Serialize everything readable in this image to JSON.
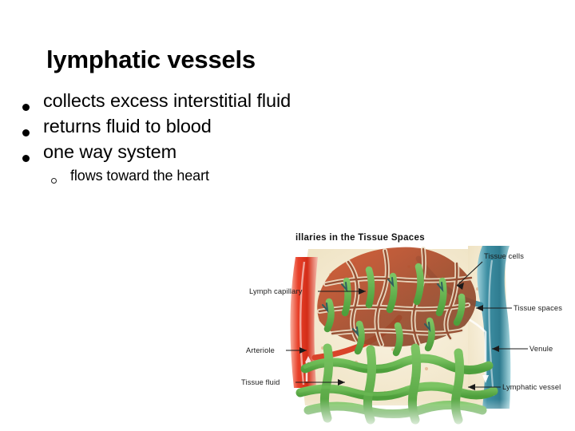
{
  "slide": {
    "title": "lymphatic vessels",
    "bullets": [
      {
        "level": 1,
        "marker": "filled-disc",
        "text": "collects excess interstitial fluid"
      },
      {
        "level": 1,
        "marker": "filled-disc",
        "text": "returns fluid to blood"
      },
      {
        "level": 1,
        "marker": "filled-disc",
        "text": "one way system"
      },
      {
        "level": 2,
        "marker": "hollow-circle",
        "text": "flows toward the heart"
      }
    ]
  },
  "figure": {
    "caption": "illaries in the Tissue Spaces",
    "labels": {
      "tissue_cells": "Tissue cells",
      "tissue_spaces": "Tissue spaces",
      "venule": "Venule",
      "lymphatic_vessel": "Lymphatic vessel",
      "lymph_capillary": "Lymph capillary",
      "arteriole": "Arteriole",
      "tissue_fluid": "Tissue fluid"
    },
    "colors": {
      "arteriole_red": "#e03a26",
      "arteriole_light": "#f3785f",
      "venule_teal": "#3f8fa3",
      "venule_light": "#8cc6d2",
      "capillary_bed": "#9e4a2a",
      "lymph_green": "#5fb14a",
      "tissue_cream": "#f3e9cf",
      "background": "#ffffff",
      "text": "#000000"
    }
  }
}
